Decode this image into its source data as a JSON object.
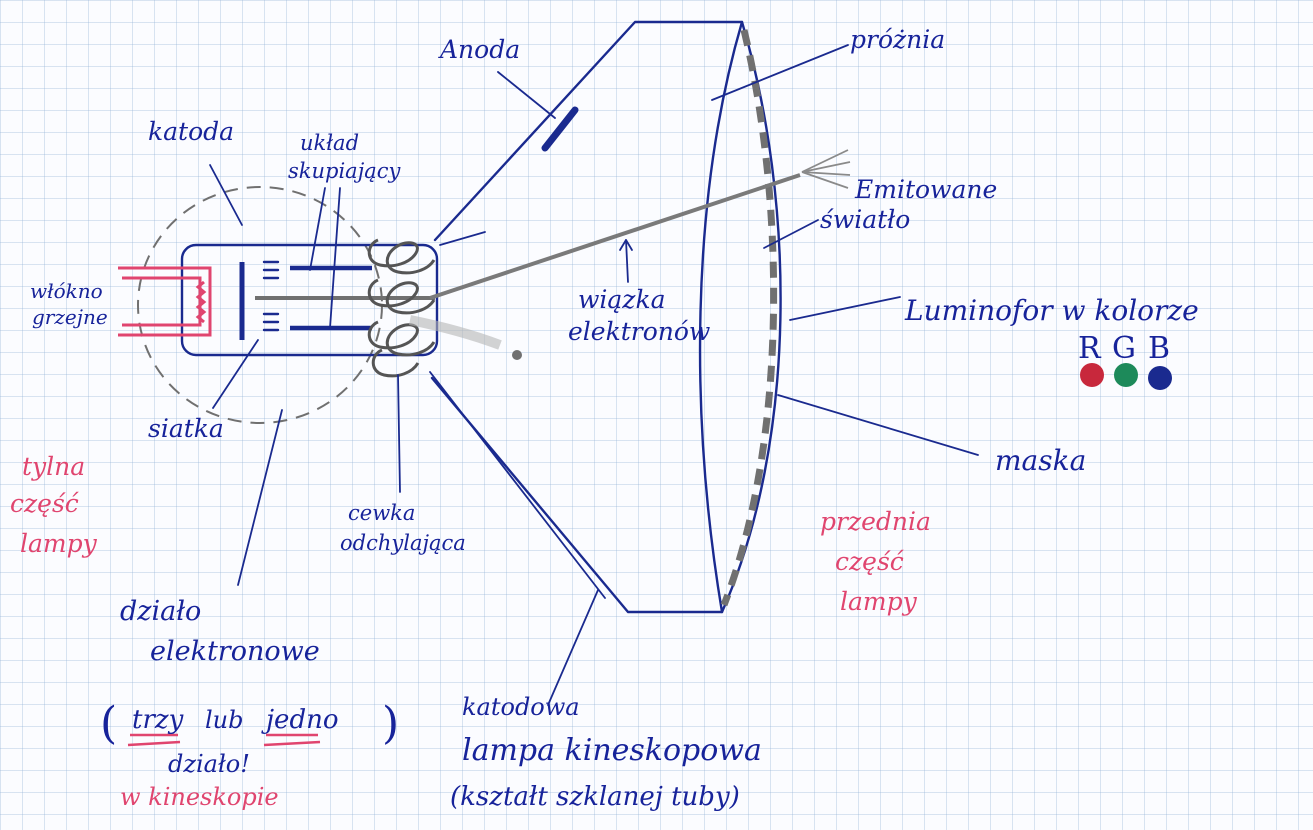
{
  "labels": {
    "anoda": "Anoda",
    "proznia": "próżnia",
    "katoda": "katoda",
    "uklad1": "układ",
    "uklad2": "skupiający",
    "emit1": "Emitowane",
    "emit2": "światło",
    "wlokno1": "włókno",
    "wlokno2": "grzejne",
    "wiazka1": "wiązka",
    "wiazka2": "elektronów",
    "luminofor": "Luminofor w kolorze",
    "r": "R",
    "g": "G",
    "b": "B",
    "siatka": "siatka",
    "maska": "maska",
    "tylna1": "tylna",
    "tylna2": "część",
    "tylna3": "lampy",
    "cewka1": "cewka",
    "cewka2": "odchylająca",
    "przednia1": "przednia",
    "przednia2": "część",
    "przednia3": "lampy",
    "dzialo1": "działo",
    "dzialo2": "elektronowe",
    "trzy_open": "(",
    "trzy": "trzy",
    "lub": "lub",
    "jedno": "jedno",
    "trzy_close": ")",
    "dzialo3": "działo!",
    "kineskop": "w kineskopie",
    "katodowa1": "katodowa",
    "katodowa2": "lampa kineskopowa",
    "katodowa3": "(kształt szklanej tuby)"
  },
  "colors": {
    "ink": "#1a2a8f",
    "red_ink": "#e0456f",
    "pencil": "#707070",
    "rgb_red": "#c8283c",
    "rgb_green": "#1d8a5a",
    "rgb_blue": "#1a2a8f"
  }
}
